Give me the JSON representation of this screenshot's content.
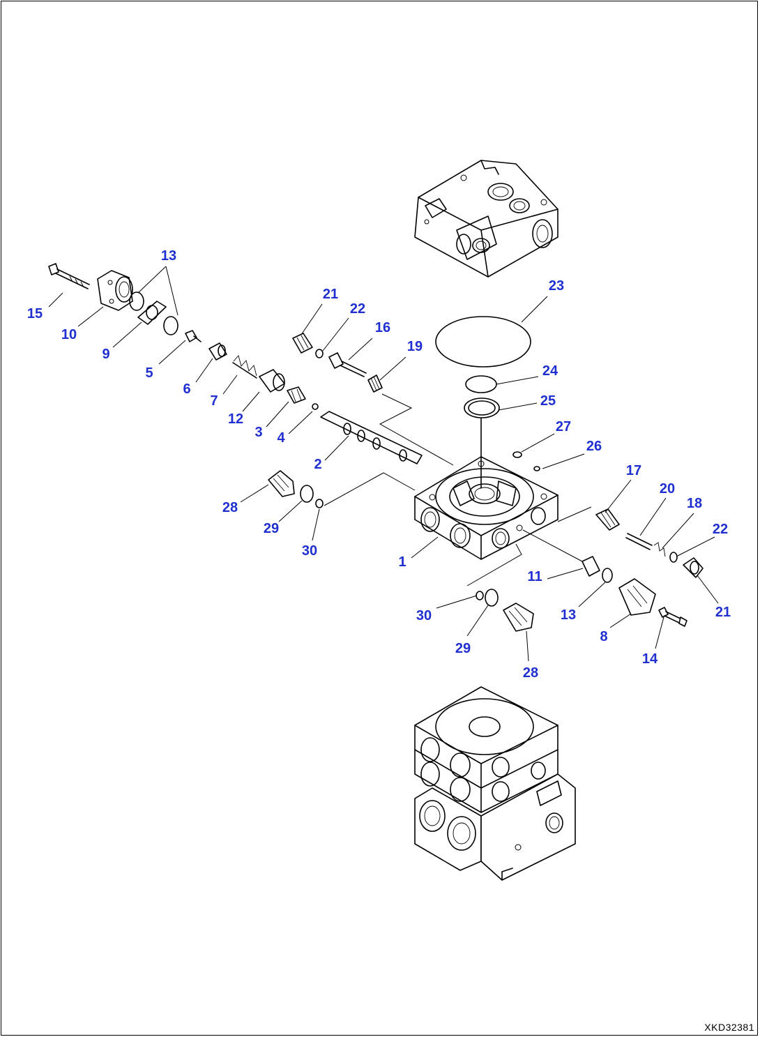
{
  "drawing_number": "XKD32381",
  "callouts": [
    {
      "id": "c15",
      "label": "15"
    },
    {
      "id": "c10",
      "label": "10"
    },
    {
      "id": "c13a",
      "label": "13"
    },
    {
      "id": "c9",
      "label": "9"
    },
    {
      "id": "c5",
      "label": "5"
    },
    {
      "id": "c6",
      "label": "6"
    },
    {
      "id": "c7",
      "label": "7"
    },
    {
      "id": "c12",
      "label": "12"
    },
    {
      "id": "c3",
      "label": "3"
    },
    {
      "id": "c4",
      "label": "4"
    },
    {
      "id": "c2",
      "label": "2"
    },
    {
      "id": "c21a",
      "label": "21"
    },
    {
      "id": "c22a",
      "label": "22"
    },
    {
      "id": "c16",
      "label": "16"
    },
    {
      "id": "c19",
      "label": "19"
    },
    {
      "id": "c23",
      "label": "23"
    },
    {
      "id": "c24",
      "label": "24"
    },
    {
      "id": "c25",
      "label": "25"
    },
    {
      "id": "c27",
      "label": "27"
    },
    {
      "id": "c26",
      "label": "26"
    },
    {
      "id": "c28a",
      "label": "28"
    },
    {
      "id": "c29a",
      "label": "29"
    },
    {
      "id": "c30a",
      "label": "30"
    },
    {
      "id": "c1",
      "label": "1"
    },
    {
      "id": "c17",
      "label": "17"
    },
    {
      "id": "c20",
      "label": "20"
    },
    {
      "id": "c18",
      "label": "18"
    },
    {
      "id": "c22b",
      "label": "22"
    },
    {
      "id": "c21b",
      "label": "21"
    },
    {
      "id": "c11",
      "label": "11"
    },
    {
      "id": "c13b",
      "label": "13"
    },
    {
      "id": "c8",
      "label": "8"
    },
    {
      "id": "c14",
      "label": "14"
    },
    {
      "id": "c30b",
      "label": "30"
    },
    {
      "id": "c29b",
      "label": "29"
    },
    {
      "id": "c28b",
      "label": "28"
    }
  ]
}
